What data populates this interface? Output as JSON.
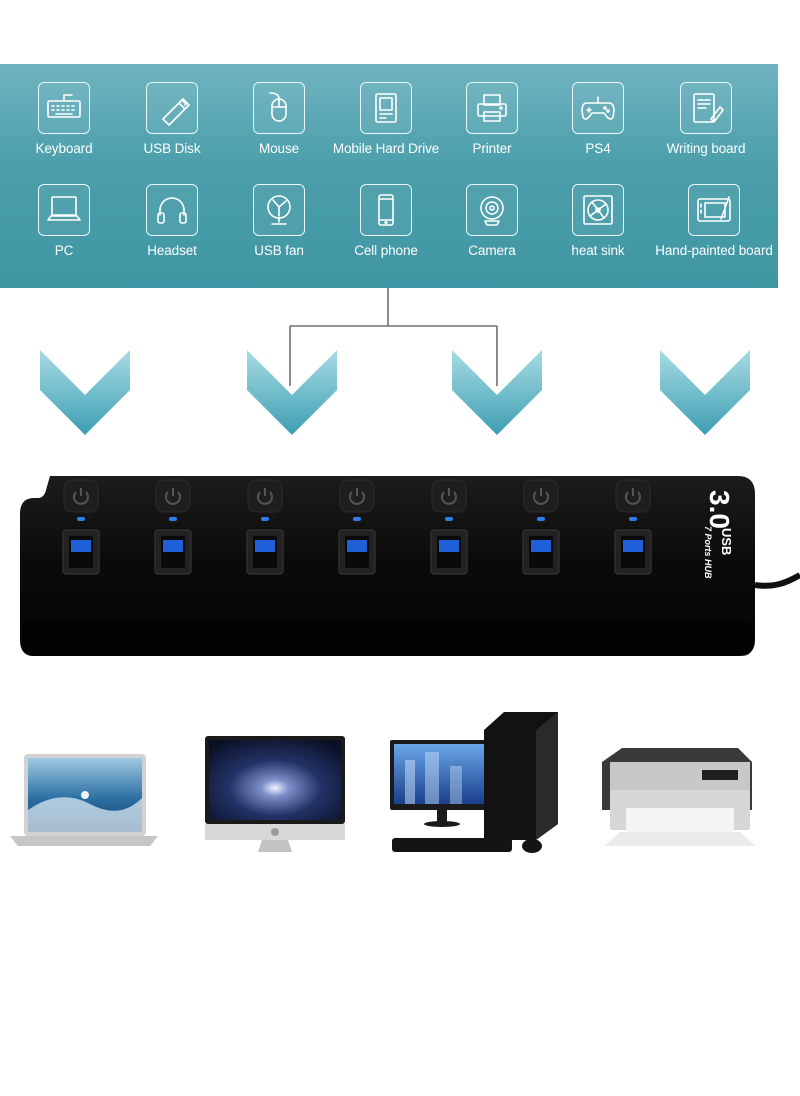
{
  "banner": {
    "devices": [
      {
        "label": "Keyboard",
        "icon": "keyboard-icon"
      },
      {
        "label": "USB Disk",
        "icon": "usb-disk-icon"
      },
      {
        "label": "Mouse",
        "icon": "mouse-icon"
      },
      {
        "label": "Mobile Hard Drive",
        "icon": "hard-drive-icon"
      },
      {
        "label": "Printer",
        "icon": "printer-icon"
      },
      {
        "label": "PS4",
        "icon": "gamepad-icon"
      },
      {
        "label": "Writing board",
        "icon": "writing-board-icon"
      },
      {
        "label": "PC",
        "icon": "pc-icon"
      },
      {
        "label": "Headset",
        "icon": "headset-icon"
      },
      {
        "label": "USB fan",
        "icon": "fan-icon"
      },
      {
        "label": "Cell phone",
        "icon": "cell-phone-icon"
      },
      {
        "label": "Camera",
        "icon": "camera-icon"
      },
      {
        "label": "heat sink",
        "icon": "heat-sink-icon"
      },
      {
        "label": "Hand-painted board",
        "icon": "drawing-tablet-icon"
      }
    ]
  },
  "hub": {
    "model_text": "3.0",
    "usb_text": "USB",
    "ports_text": "7 Ports HUB",
    "port_count": 7
  },
  "colors": {
    "banner": "#4b9fab",
    "chevron": "#5fb0c0",
    "hub_body": "#0c0c0c",
    "port_led": "#2f7cf0"
  }
}
